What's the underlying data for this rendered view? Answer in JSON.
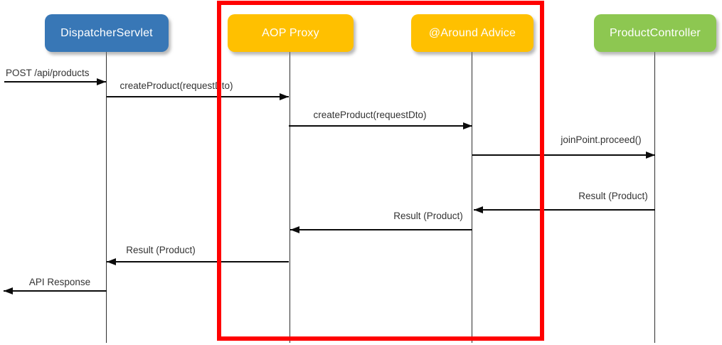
{
  "diagram_type": "sequence-diagram",
  "actors": [
    {
      "name": "DispatcherServlet",
      "color": "#3877B6"
    },
    {
      "name": "AOP Proxy",
      "color": "#FFC000"
    },
    {
      "name": "@Around Advice",
      "color": "#FFC000"
    },
    {
      "name": "ProductController",
      "color": "#8DC751"
    }
  ],
  "messages": [
    {
      "label": "POST /api/products",
      "from": "left-edge",
      "to": "DispatcherServlet",
      "direction": "right"
    },
    {
      "label": "createProduct(requestDto)",
      "from": "DispatcherServlet",
      "to": "AOP Proxy",
      "direction": "right"
    },
    {
      "label": "createProduct(requestDto)",
      "from": "AOP Proxy",
      "to": "@Around Advice",
      "direction": "right"
    },
    {
      "label": "joinPoint.proceed()",
      "from": "@Around Advice",
      "to": "ProductController",
      "direction": "right"
    },
    {
      "label": "Result (Product)",
      "from": "ProductController",
      "to": "@Around Advice",
      "direction": "left"
    },
    {
      "label": "Result (Product)",
      "from": "@Around Advice",
      "to": "AOP Proxy",
      "direction": "left"
    },
    {
      "label": "Result (Product)",
      "from": "AOP Proxy",
      "to": "DispatcherServlet",
      "direction": "left"
    },
    {
      "label": "API Response",
      "from": "DispatcherServlet",
      "to": "left-edge",
      "direction": "left"
    }
  ],
  "highlight": {
    "color": "#FF0000",
    "encloses": [
      "AOP Proxy",
      "@Around Advice"
    ]
  }
}
